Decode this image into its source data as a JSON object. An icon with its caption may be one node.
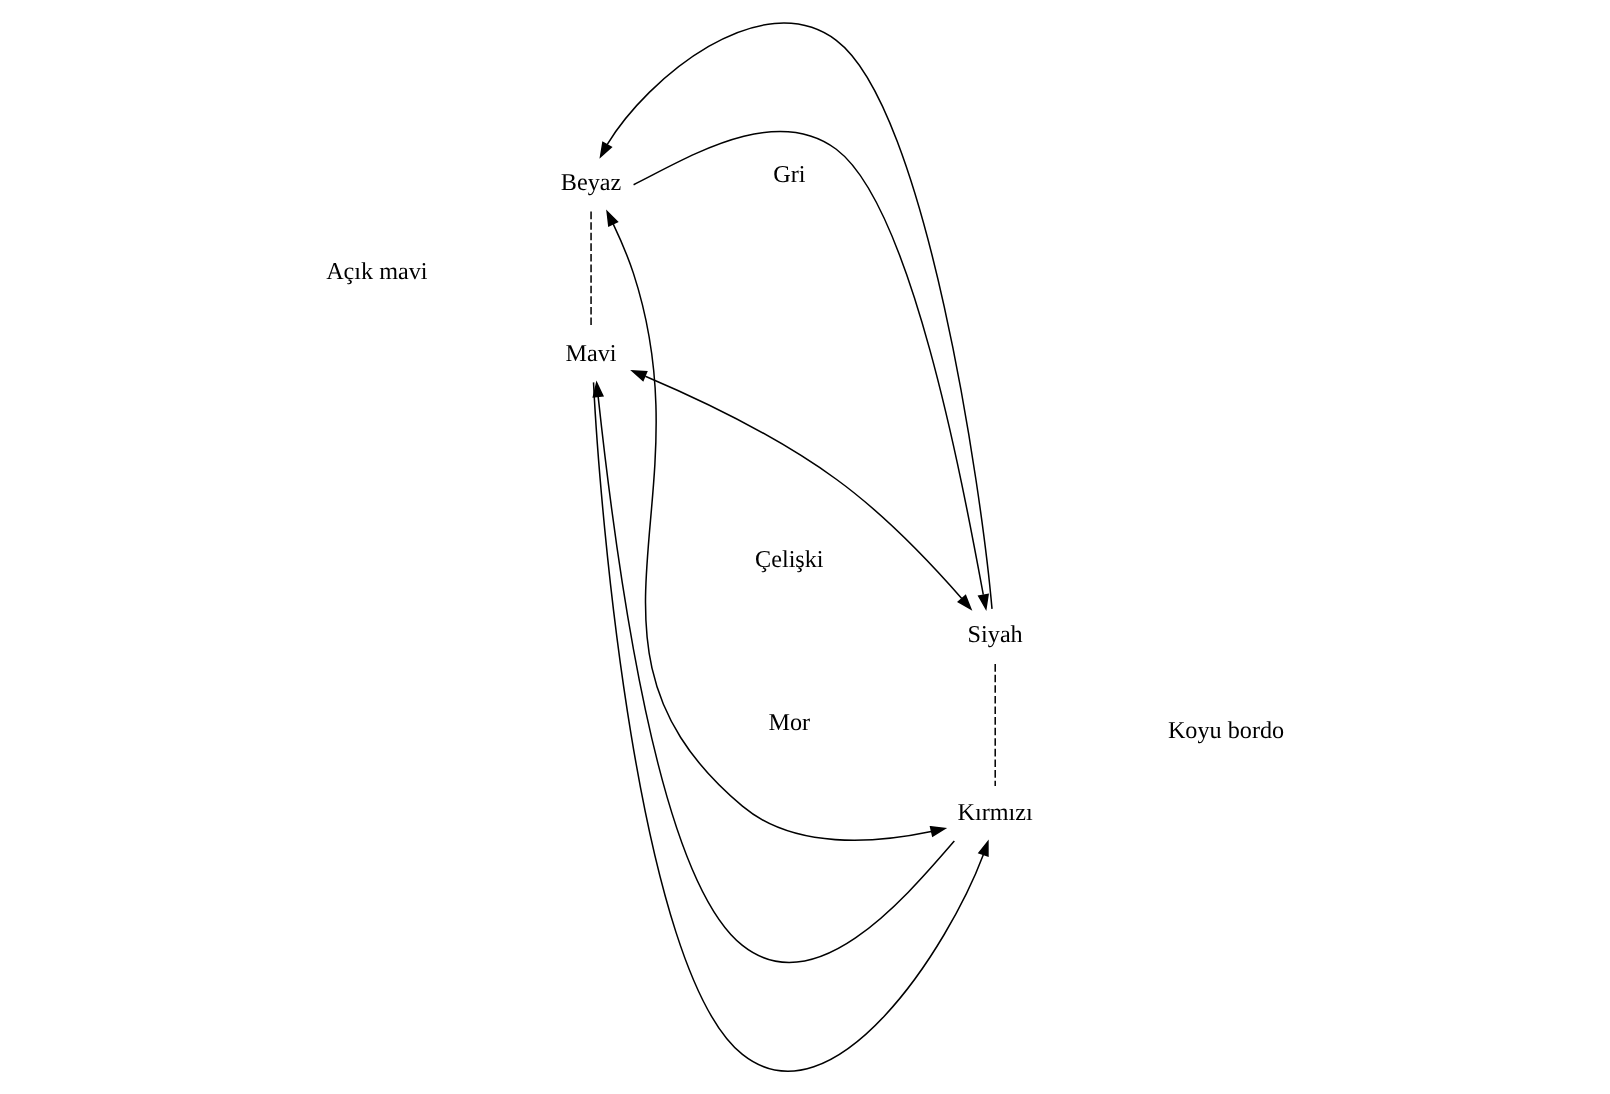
{
  "diagram": {
    "nodes": [
      {
        "text": [
          "Beyaz"
        ]
      },
      {
        "text": [
          "Siyah"
        ]
      },
      {
        "text": [
          "Mavi"
        ]
      },
      {
        "text": [
          "Kırmızı"
        ]
      }
    ],
    "edges": [
      {
        "from": 0,
        "to": 1,
        "arrow": "to"
      },
      {
        "from": 1,
        "to": 0,
        "arrow": "to"
      },
      {
        "from": 0,
        "to": 3,
        "arrow": "both"
      },
      {
        "from": 2,
        "to": 1,
        "arrow": "both"
      },
      {
        "from": 2,
        "to": 3,
        "arrow": "to"
      },
      {
        "from": 3,
        "to": 2,
        "arrow": "to"
      },
      {
        "from": 0,
        "to": 2,
        "arrow": "none",
        "style": "dashed"
      },
      {
        "from": 1,
        "to": 3,
        "arrow": "none",
        "style": "dashed"
      }
    ],
    "labels": [
      "Gri",
      "Açık mavi",
      "Çelişki",
      "Koyu bordo",
      "Mor"
    ]
  }
}
